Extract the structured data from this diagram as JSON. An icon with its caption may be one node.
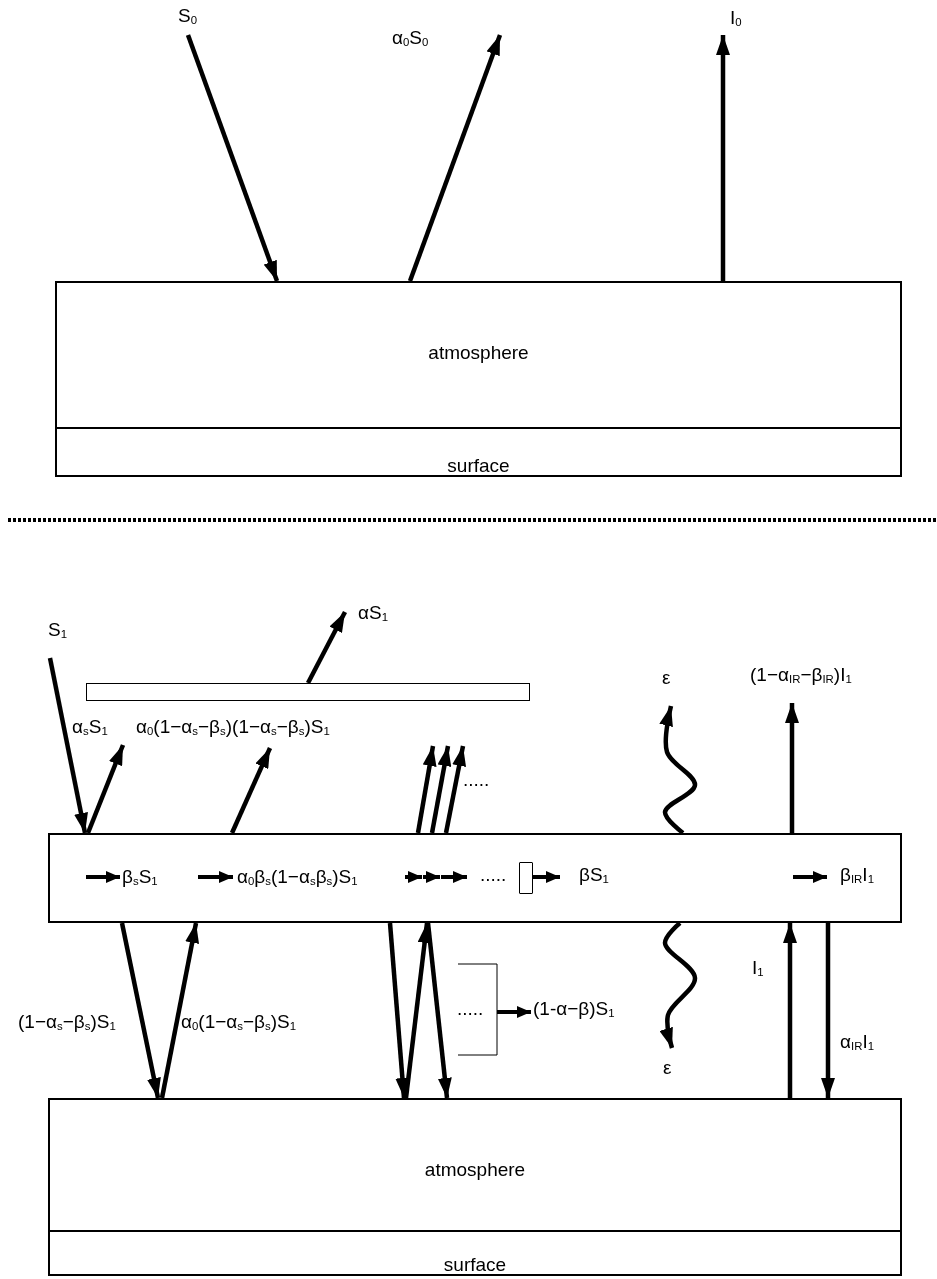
{
  "diagram": {
    "nodes": [
      {
        "text": [
          "atmosphere"
        ]
      },
      {
        "text": [
          "surface"
        ]
      },
      {
        "text": [],
        "shape": "bar"
      },
      {
        "text": [
          "β$_{s}$S$_{1}$",
          "α$_{0}$β$_{s}$(1−α$_{s}$β$_{s}$)S$_{1}$",
          ".....",
          "βS$_{1}$",
          "β$_{IR}$I$_{1}$"
        ]
      },
      {
        "text": [],
        "shape": "box",
        "in": 3
      },
      {
        "text": [
          "atmosphere"
        ]
      },
      {
        "text": [
          "surface"
        ]
      }
    ],
    "edges": [
      {
        "from": null,
        "to": 0,
        "arrow": "to",
        "label": "S$_{0}$"
      },
      {
        "from": 0,
        "to": null,
        "arrow": "to",
        "label": "α$_{0}$S$_{0}$"
      },
      {
        "from": 0,
        "to": null,
        "arrow": "to",
        "label": "I$_{0}$"
      },
      {
        "from": null,
        "to": 3,
        "arrow": "to",
        "label": "S$_{1}$"
      },
      {
        "from": 2,
        "to": null,
        "arrow": "to",
        "label": "αS$_{1}$"
      },
      {
        "from": 3,
        "to": null,
        "arrow": "to",
        "label": "α$_{s}$S$_{1}$"
      },
      {
        "from": 3,
        "to": null,
        "arrow": "to",
        "label": "α$_{0}$(1−α$_{s}$−β$_{s}$)(1−α$_{s}$−β$_{s}$)S$_{1}$"
      },
      {
        "from": 3,
        "to": null,
        "arrow": "to"
      },
      {
        "from": 3,
        "to": null,
        "arrow": "to"
      },
      {
        "from": 3,
        "to": null,
        "arrow": "to"
      },
      {
        "from": 3,
        "to": null,
        "arrow": "to",
        "label": "ε"
      },
      {
        "from": 3,
        "to": null,
        "arrow": "to",
        "label": "(1−α$_{IR}$−β$_{IR}$)I$_{1}$"
      },
      {
        "from": 3,
        "to": 5,
        "arrow": "to",
        "label": "(1−α$_{s}$−β$_{s}$)S$_{1}$"
      },
      {
        "from": 5,
        "to": 3,
        "arrow": "to",
        "label": "α$_{0}$(1−α$_{s}$−β$_{s}$)S$_{1}$"
      },
      {
        "from": 3,
        "to": 5,
        "arrow": "to"
      },
      {
        "from": 5,
        "to": 3,
        "arrow": "to"
      },
      {
        "from": 3,
        "to": 5,
        "arrow": "to"
      },
      {
        "from": 3,
        "to": null,
        "arrow": "to",
        "label": "ε"
      },
      {
        "from": 5,
        "to": 3,
        "arrow": "to",
        "label": "I$_{1}$"
      },
      {
        "from": 3,
        "to": 5,
        "arrow": "to",
        "label": "α$_{IR}$I$_{1}$"
      }
    ],
    "labels": [
      ".....",
      ".....",
      "(1-α−β)S$_{1}$"
    ]
  }
}
